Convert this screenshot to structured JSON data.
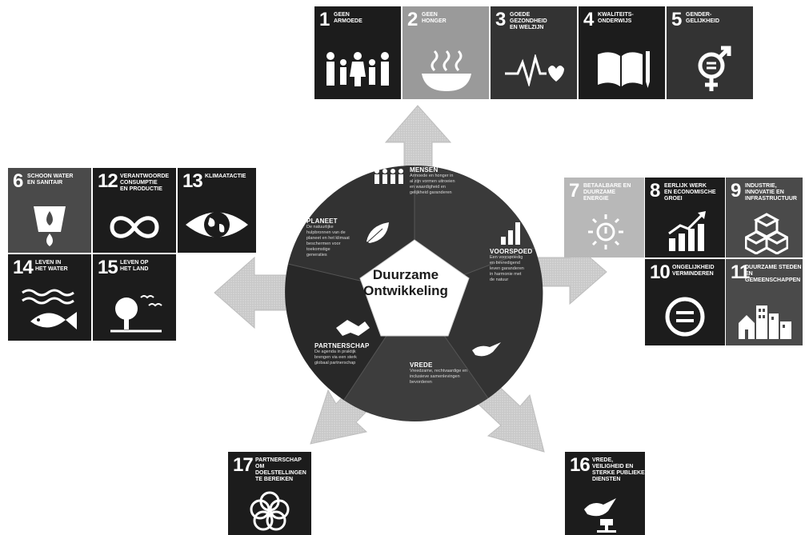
{
  "center": {
    "line1": "Duurzame",
    "line2": "Ontwikkeling"
  },
  "pillars": [
    {
      "key": "mensen",
      "title": "MENSEN",
      "desc": [
        "Armoede en honger in",
        "al zijn vormen uitroeien",
        "en waardigheid en",
        "gelijkheid garanderen"
      ]
    },
    {
      "key": "planeet",
      "title": "PLANEET",
      "desc": [
        "De natuurlijke",
        "hulpbronnen van de",
        "planeet en het klimaat",
        "beschermen voor",
        "toekomstige",
        "generaties"
      ]
    },
    {
      "key": "voorspoed",
      "title": "VOORSPOED",
      "desc": [
        "Een voorspoedig",
        "en bevredigend",
        "leven garanderen",
        "in harmonie met",
        "de natuur"
      ]
    },
    {
      "key": "vrede",
      "title": "VREDE",
      "desc": [
        "Vreedzame, rechtvaardige en",
        "inclusieve samenlevingen",
        "bevorderen"
      ]
    },
    {
      "key": "partnerschap",
      "title": "PARTNERSCHAP",
      "desc": [
        "De agenda in praktijk",
        "brengen via een sterk",
        "globaal partnerschap"
      ]
    }
  ],
  "goals": [
    {
      "num": "1",
      "label": [
        "GEEN",
        "ARMOEDE"
      ]
    },
    {
      "num": "2",
      "label": [
        "GEEN",
        "HONGER"
      ]
    },
    {
      "num": "3",
      "label": [
        "GOEDE",
        "GEZONDHEID",
        "EN WELZIJN"
      ]
    },
    {
      "num": "4",
      "label": [
        "KWALITEITS-",
        "ONDERWIJS"
      ]
    },
    {
      "num": "5",
      "label": [
        "GENDER-",
        "GELIJKHEID"
      ]
    },
    {
      "num": "6",
      "label": [
        "SCHOON WATER",
        "EN SANITAIR"
      ]
    },
    {
      "num": "12",
      "label": [
        "VERANTWOORDE",
        "CONSUMPTIE",
        "EN PRODUCTIE"
      ]
    },
    {
      "num": "13",
      "label": [
        "KLIMAATACTIE"
      ]
    },
    {
      "num": "14",
      "label": [
        "LEVEN IN",
        "HET WATER"
      ]
    },
    {
      "num": "15",
      "label": [
        "LEVEN OP",
        "HET LAND"
      ]
    },
    {
      "num": "7",
      "label": [
        "BETAALBARE EN",
        "DUURZAME",
        "ENERGIE"
      ]
    },
    {
      "num": "8",
      "label": [
        "EERLIJK WERK",
        "EN ECONOMISCHE",
        "GROEI"
      ]
    },
    {
      "num": "9",
      "label": [
        "INDUSTRIE,",
        "INNOVATIE EN",
        "INFRASTRUCTUUR"
      ]
    },
    {
      "num": "10",
      "label": [
        "ONGELIJKHEID",
        "VERMINDEREN"
      ]
    },
    {
      "num": "11",
      "label": [
        "DUURZAME STEDEN",
        "EN",
        "GEMEENSCHAPPEN"
      ]
    },
    {
      "num": "17",
      "label": [
        "PARTNERSCHAP OM",
        "DOELSTELLINGEN",
        "TE BEREIKEN"
      ]
    },
    {
      "num": "16",
      "label": [
        "VREDE,",
        "VEILIGHEID EN",
        "STERKE PUBLIEKE",
        "DIENSTEN"
      ]
    }
  ],
  "icons": {
    "goal1": "family-icon",
    "goal2": "food-bowl-icon",
    "goal3": "heartbeat-icon",
    "goal4": "book-icon",
    "goal5": "gender-equality-icon",
    "goal6": "water-drop-icon",
    "goal12": "infinity-icon",
    "goal13": "earth-eye-icon",
    "goal14": "fish-icon",
    "goal15": "tree-icon",
    "goal7": "sun-power-icon",
    "goal8": "growth-chart-icon",
    "goal9": "cubes-icon",
    "goal10": "equal-circle-icon",
    "goal11": "city-icon",
    "goal17": "rings-icon",
    "goal16": "dove-gavel-icon"
  }
}
